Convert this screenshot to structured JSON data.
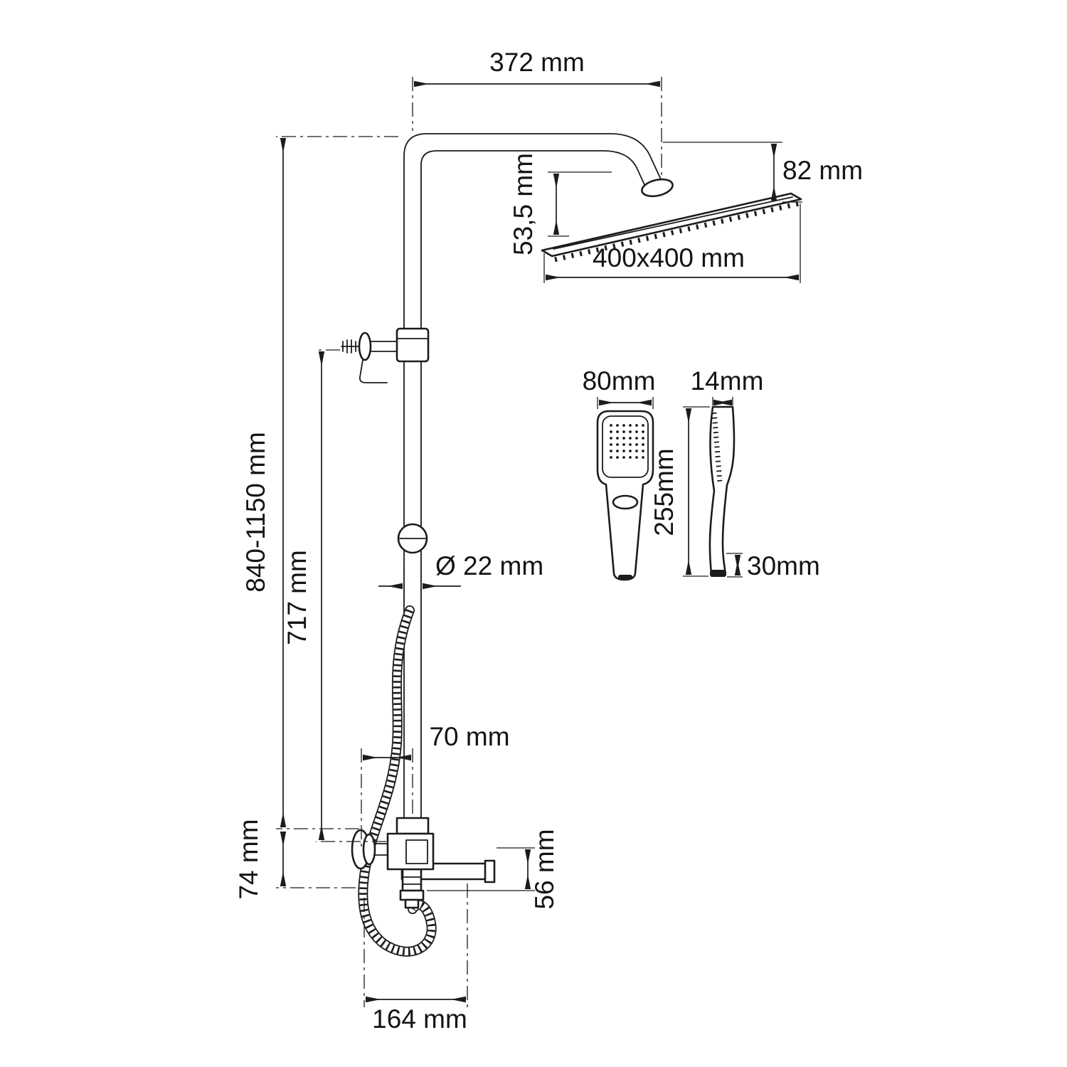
{
  "drawing": {
    "dimensions": {
      "arm_reach": "372 mm",
      "head_drop": "82 mm",
      "head_offset": "53,5 mm",
      "head_size": "400x400 mm",
      "column_height_range": "840-1150 mm",
      "riser_length": "717 mm",
      "pipe_diameter": "Ø 22 mm",
      "bracket_offset": "70 mm",
      "mixer_height": "74 mm",
      "spout_drop": "56 mm",
      "spout_reach": "164 mm"
    },
    "hand_shower": {
      "width": "80mm",
      "depth": "14mm",
      "length": "255mm",
      "base": "30mm"
    }
  }
}
